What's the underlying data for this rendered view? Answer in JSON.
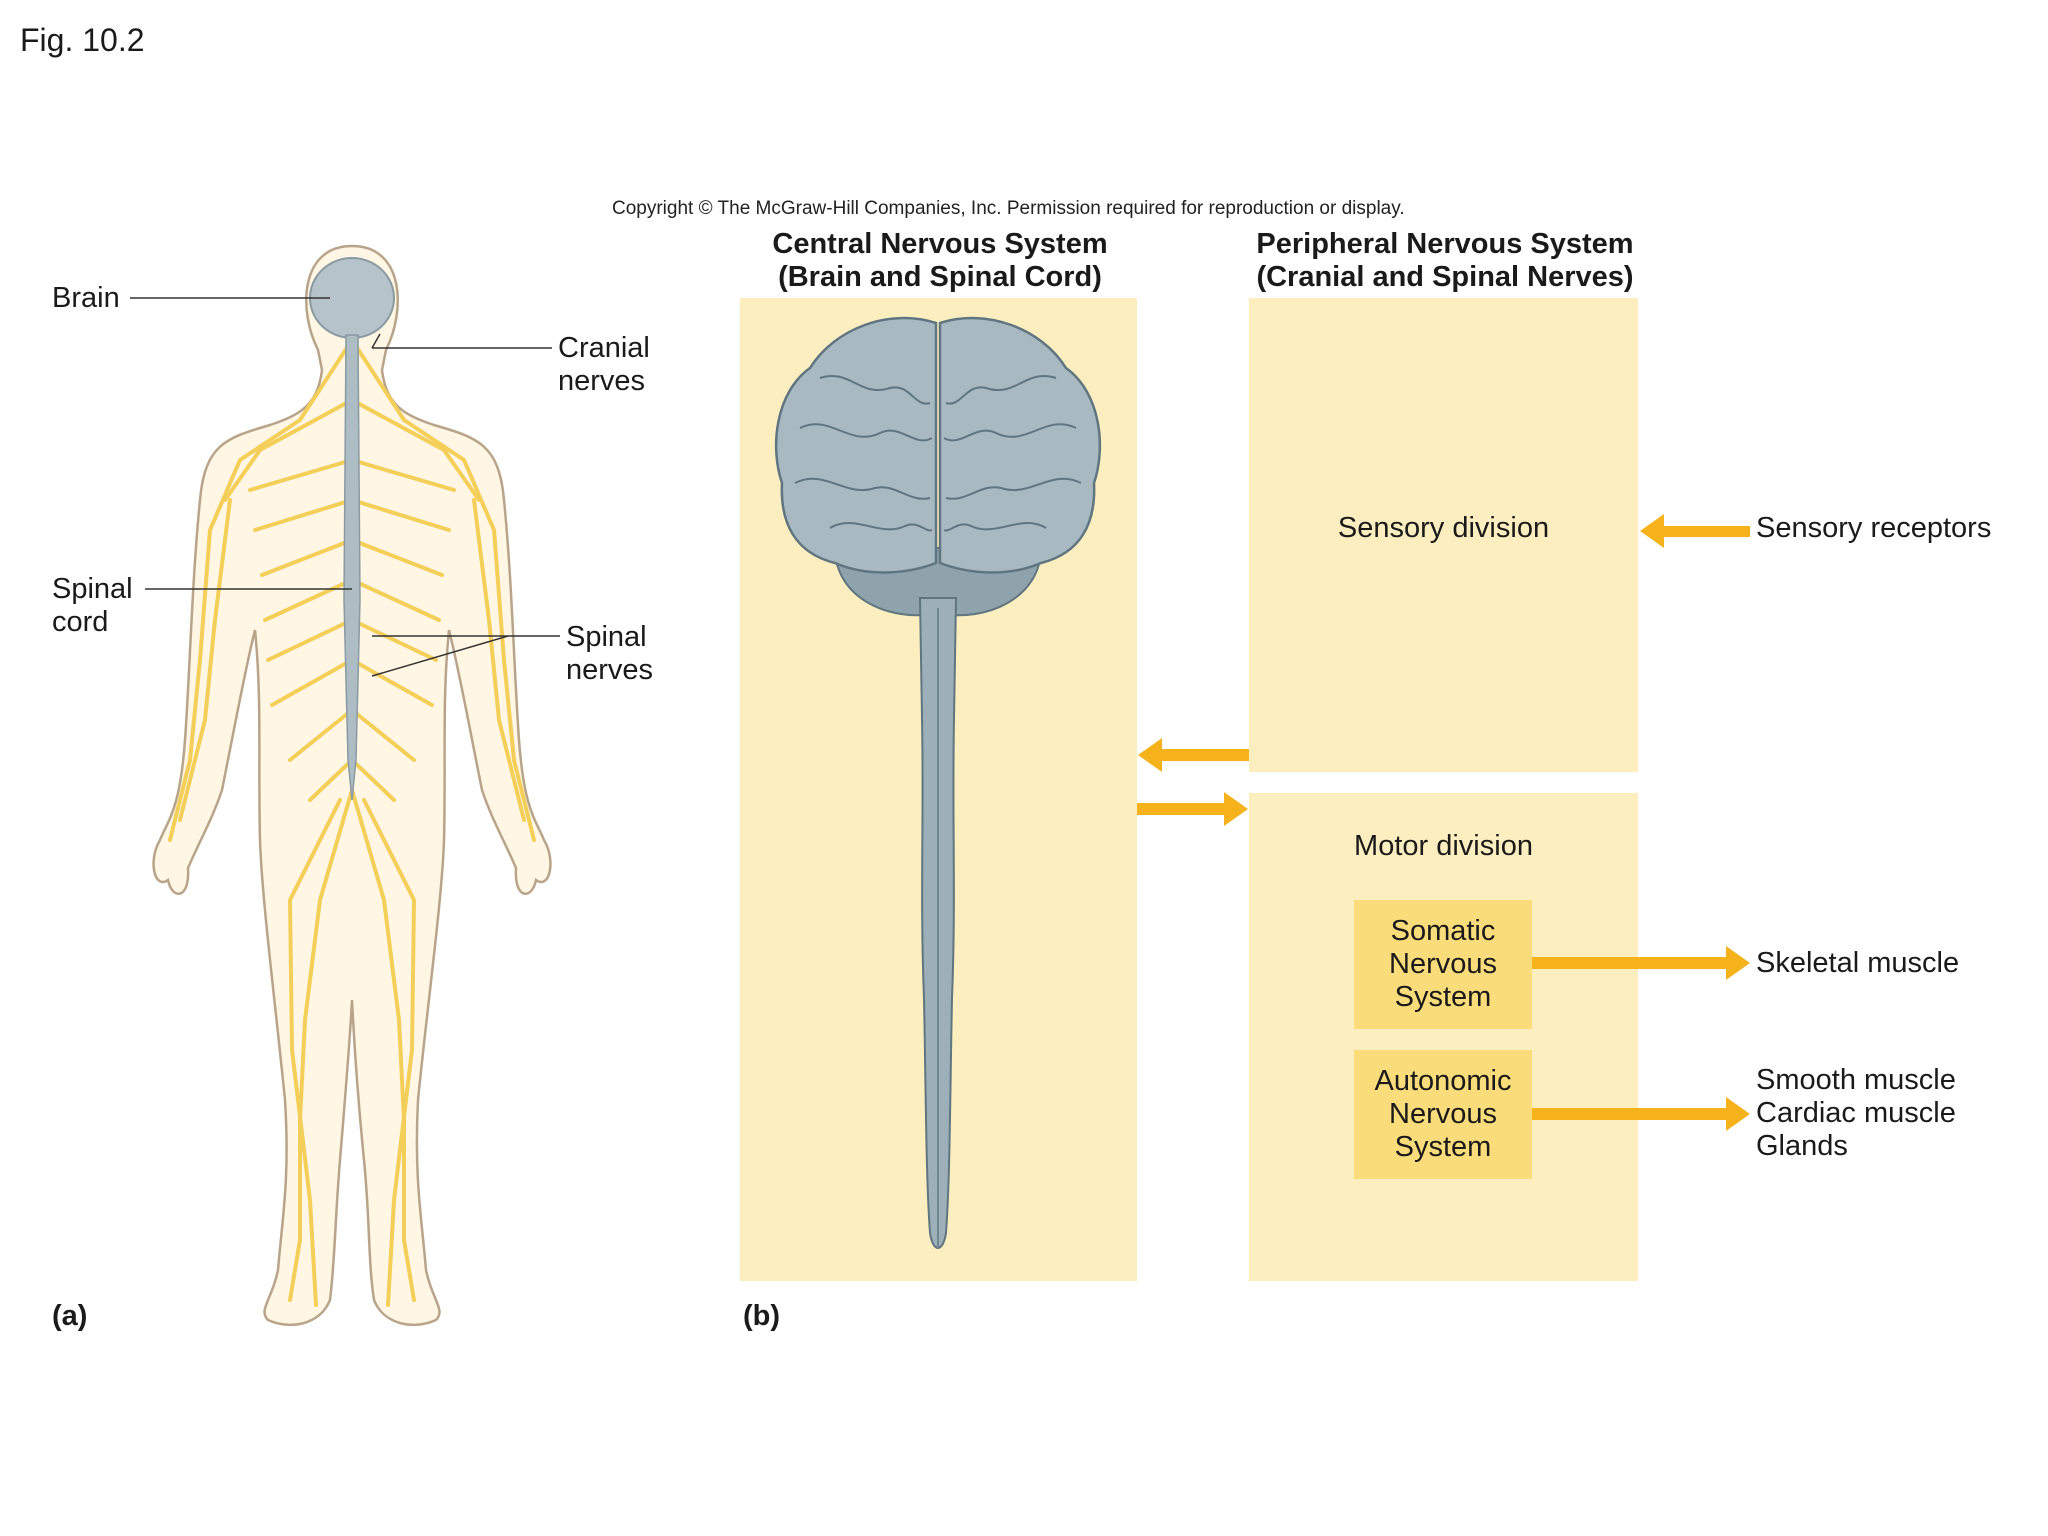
{
  "figure_label": "Fig. 10.2",
  "copyright": "Copyright © The McGraw-Hill Companies, Inc. Permission required for reproduction or display.",
  "panel_a": {
    "part_label": "(a)",
    "labels": {
      "brain": "Brain",
      "cranial_nerves": [
        "Cranial",
        "nerves"
      ],
      "spinal_cord": [
        "Spinal",
        "cord"
      ],
      "spinal_nerves": [
        "Spinal",
        "nerves"
      ]
    }
  },
  "panel_b": {
    "part_label": "(b)",
    "cns_header": [
      "Central Nervous System",
      "(Brain and Spinal Cord)"
    ],
    "pns_header": [
      "Peripheral Nervous System",
      "(Cranial and Spinal Nerves)"
    ],
    "sensory_division": "Sensory division",
    "motor_division": "Motor division",
    "somatic": [
      "Somatic",
      "Nervous",
      "System"
    ],
    "autonomic": [
      "Autonomic",
      "Nervous",
      "System"
    ],
    "sensory_receptors": "Sensory receptors",
    "skeletal_muscle": "Skeletal muscle",
    "effectors": [
      "Smooth muscle",
      "Cardiac muscle",
      "Glands"
    ]
  },
  "colors": {
    "panel_fill": "#fdeec0",
    "sub_box_fill": "#fbdc7a",
    "arrow": "#f5b21a",
    "nerve": "#f3cf5a",
    "brain": "#a9b9c2",
    "spinal_cord": "#9eb1bb"
  }
}
